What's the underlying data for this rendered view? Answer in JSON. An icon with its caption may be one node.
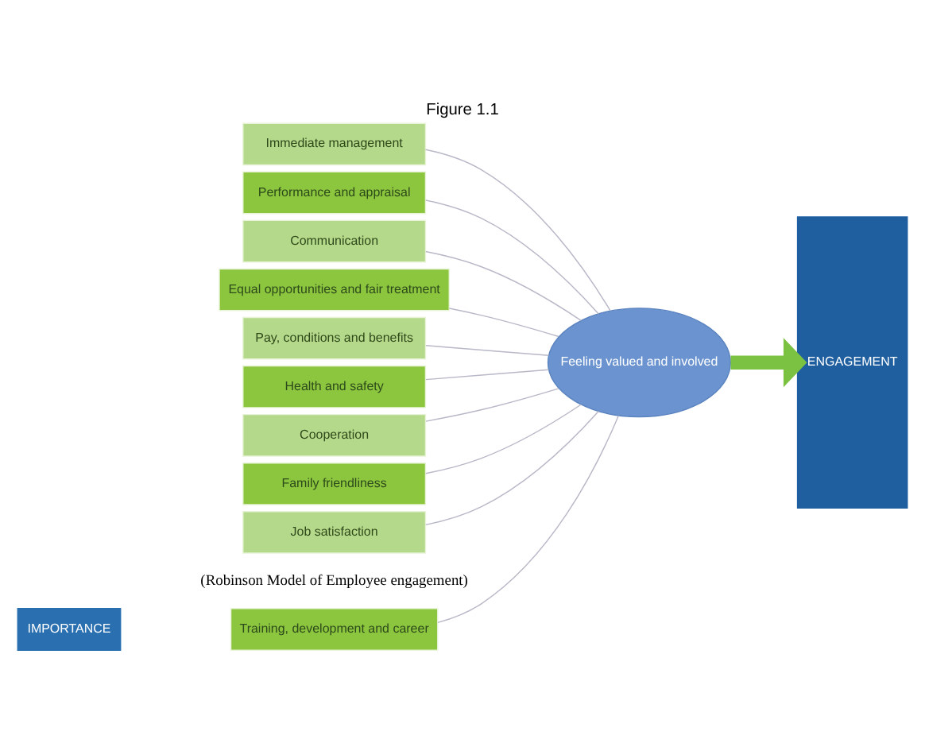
{
  "diagram": {
    "title": "Figure 1.1",
    "caption": "(Robinson Model of Employee engagement)",
    "nodes": [
      {
        "text": [
          "Training, development and career"
        ]
      },
      {
        "text": [
          "Immediate management"
        ]
      },
      {
        "text": [
          "Performance and appraisal"
        ]
      },
      {
        "text": [
          "Communication"
        ]
      },
      {
        "text": [
          "Equal opportunities and fair treatment"
        ]
      },
      {
        "text": [
          "Pay, conditions and benefits"
        ]
      },
      {
        "text": [
          "Health and safety"
        ]
      },
      {
        "text": [
          "Cooperation"
        ]
      },
      {
        "text": [
          "Family friendliness"
        ]
      },
      {
        "text": [
          "Job satisfaction"
        ]
      },
      {
        "text": [
          "Feeling valued and involved"
        ]
      },
      {
        "text": [
          "ENGAGEMENT"
        ]
      }
    ],
    "edges": [
      {
        "from": 0,
        "to": 10,
        "arrow": "none"
      },
      {
        "from": 1,
        "to": 10,
        "arrow": "none"
      },
      {
        "from": 2,
        "to": 10,
        "arrow": "none"
      },
      {
        "from": 3,
        "to": 10,
        "arrow": "none"
      },
      {
        "from": 4,
        "to": 10,
        "arrow": "none"
      },
      {
        "from": 5,
        "to": 10,
        "arrow": "none"
      },
      {
        "from": 6,
        "to": 10,
        "arrow": "none"
      },
      {
        "from": 7,
        "to": 10,
        "arrow": "none"
      },
      {
        "from": 8,
        "to": 10,
        "arrow": "none"
      },
      {
        "from": 9,
        "to": 10,
        "arrow": "none"
      },
      {
        "from": 10,
        "to": 11,
        "arrow": "to",
        "style": "thick",
        "color": "#7cc242"
      }
    ],
    "labels": [
      "IMPORTANCE"
    ]
  }
}
